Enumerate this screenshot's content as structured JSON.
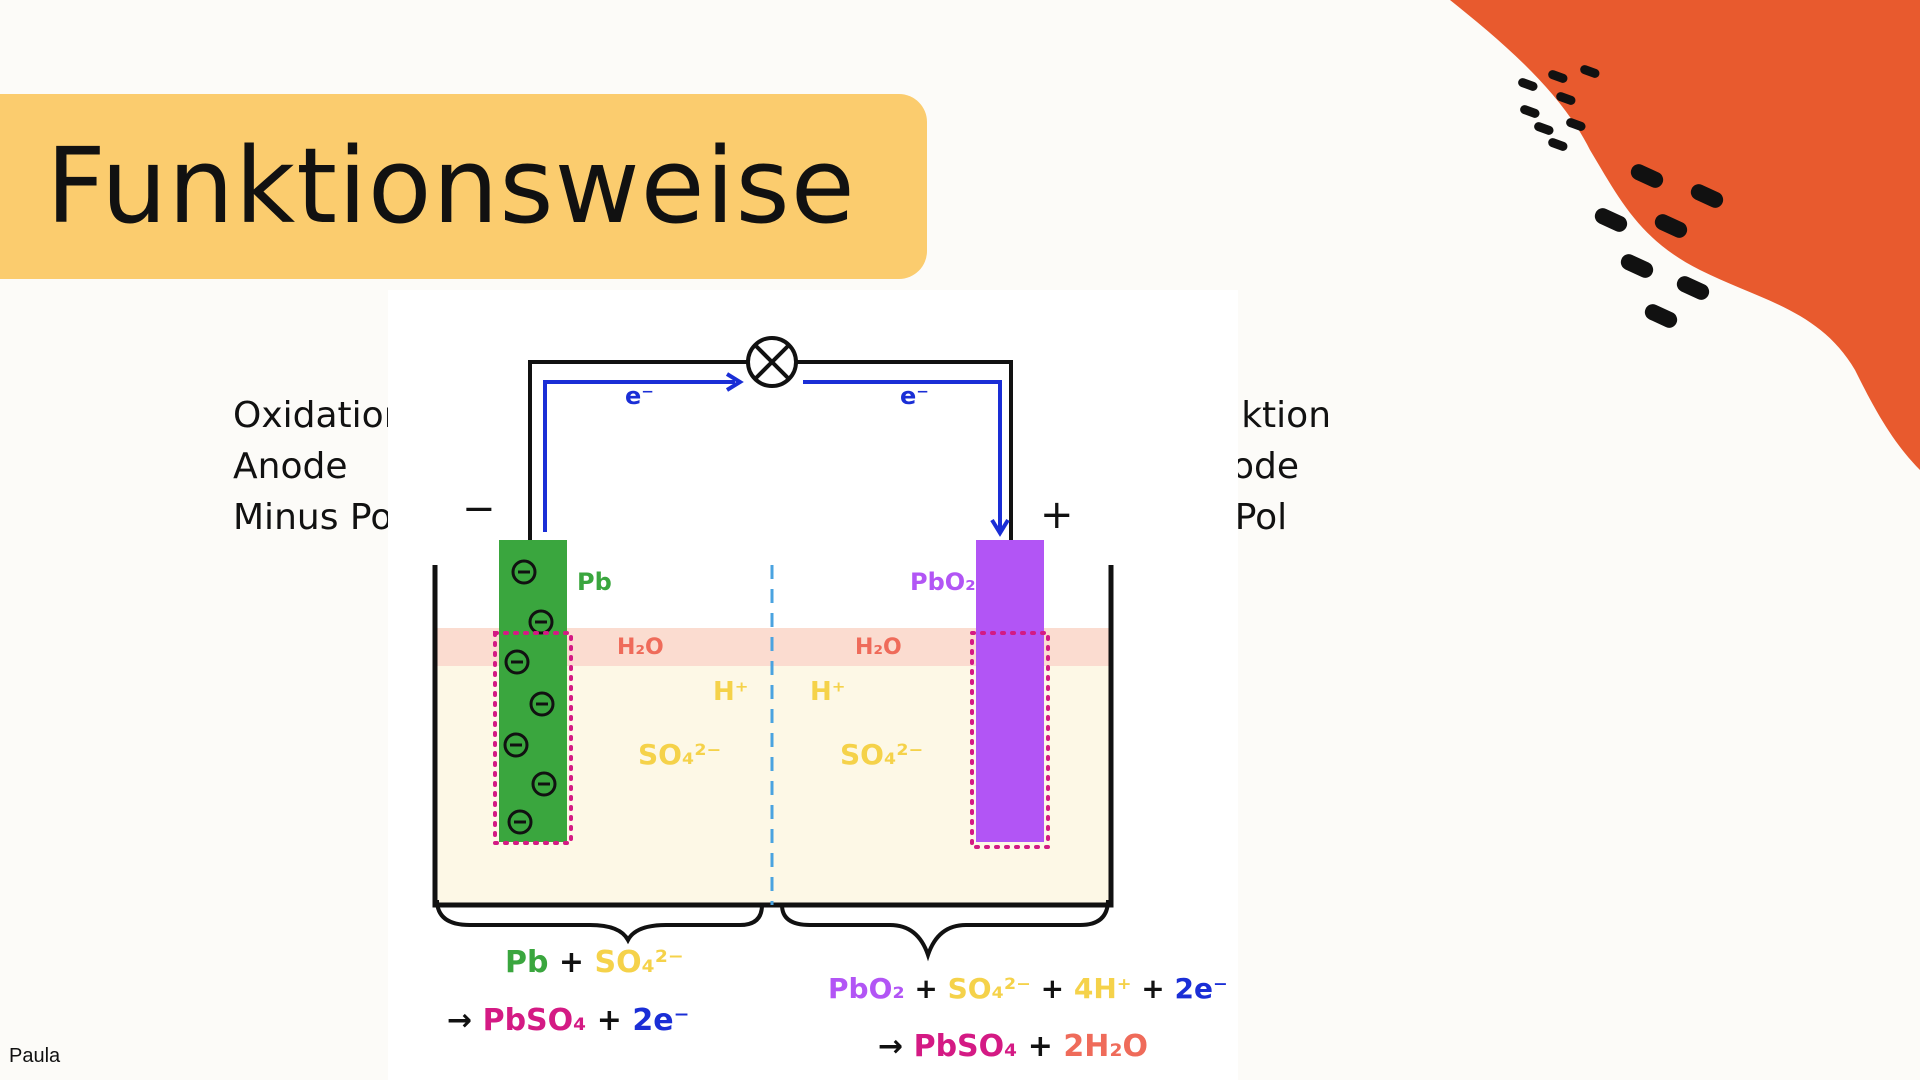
{
  "slide": {
    "title": "Funktionsweise",
    "author": "Paula"
  },
  "left_labels": [
    "Oxidation",
    "Anode",
    "Minus Pol"
  ],
  "right_labels": [
    "Reduktion",
    "Kathode",
    "Plus Pol"
  ],
  "diagram": {
    "electron_label_left": "e⁻",
    "electron_label_right": "e⁻",
    "minus_sign": "−",
    "plus_sign": "+",
    "anode_material": "Pb",
    "cathode_material": "PbO₂",
    "water_left": "H₂O",
    "water_right": "H₂O",
    "proton_left": "H⁺",
    "proton_right": "H⁺",
    "sulfate_left": "SO₄²⁻",
    "sulfate_right": "SO₄²⁻",
    "anode_eq_line1": [
      "Pb",
      " + ",
      "SO₄²⁻"
    ],
    "anode_eq_line2": [
      "→ ",
      "PbSO₄",
      " + ",
      "2e⁻"
    ],
    "cathode_eq_line1": [
      "PbO₂",
      " + ",
      "SO₄²⁻",
      " + ",
      "4H⁺",
      " + ",
      "2e⁻"
    ],
    "cathode_eq_line2": [
      "→ ",
      "PbSO₄",
      " + ",
      "2H₂O"
    ],
    "colors": {
      "anode": "#3aa63e",
      "cathode": "#b255f5",
      "wire_electrons": "#1a2ed6",
      "water": "#ef6b5a",
      "ions": "#f5d24a",
      "sulfate_product": "#d41a84",
      "accent_orange": "#e85a2e",
      "title_box": "#fbcc6e"
    }
  }
}
